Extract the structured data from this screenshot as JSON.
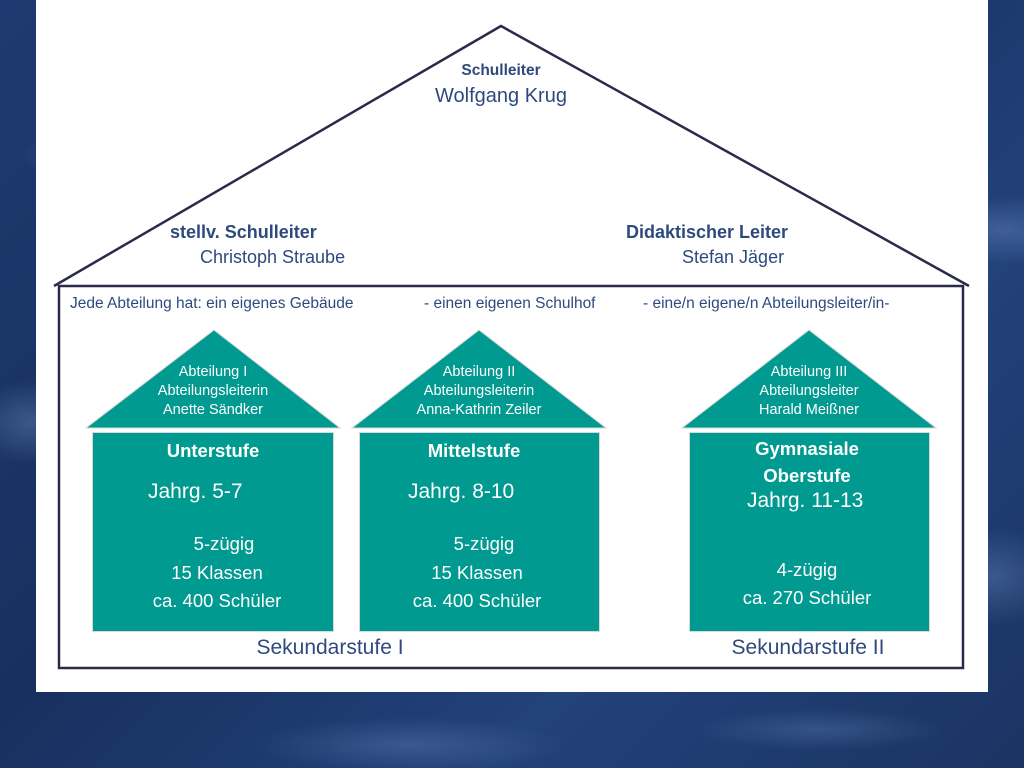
{
  "head": {
    "title": "Schulleiter",
    "name": "Wolfgang Krug"
  },
  "deputy": {
    "title": "stellv. Schulleiter",
    "name": "Christoph Straube"
  },
  "didactic": {
    "title": "Didaktischer Leiter",
    "name": "Stefan Jäger"
  },
  "note": {
    "part1": "Jede Abteilung hat: ein eigenes Gebäude",
    "part2": "- einen eigenen Schulhof",
    "part3": "- eine/n eigene/n Abteilungsleiter/in-"
  },
  "departments": [
    {
      "roof": [
        "Abteilung I",
        "Abteilungsleiterin",
        "Anette Sändker"
      ],
      "stage": "Unterstufe",
      "stage_line2": "",
      "grades": "Jahrg. 5-7",
      "details": [
        "5-zügig",
        "15 Klassen",
        "ca. 400 Schüler"
      ]
    },
    {
      "roof": [
        "Abteilung II",
        "Abteilungsleiterin",
        "Anna-Kathrin Zeiler"
      ],
      "stage": "Mittelstufe",
      "stage_line2": "",
      "grades": "Jahrg. 8-10",
      "details": [
        "5-zügig",
        "15 Klassen",
        "ca. 400 Schüler"
      ]
    },
    {
      "roof": [
        "Abteilung III",
        "Abteilungsleiter",
        "Harald Meißner"
      ],
      "stage": "Gymnasiale",
      "stage_line2": "Oberstufe",
      "grades": "Jahrg. 11-13",
      "details": [
        "4-zügig",
        "ca. 270 Schüler"
      ]
    }
  ],
  "levels": {
    "sek1": "Sekundarstufe I",
    "sek2": "Sekundarstufe II"
  },
  "colors": {
    "navy_text": "#2e4a7d",
    "teal": "#009a91",
    "outline": "#2a2a4a",
    "background": "#1b3568"
  }
}
